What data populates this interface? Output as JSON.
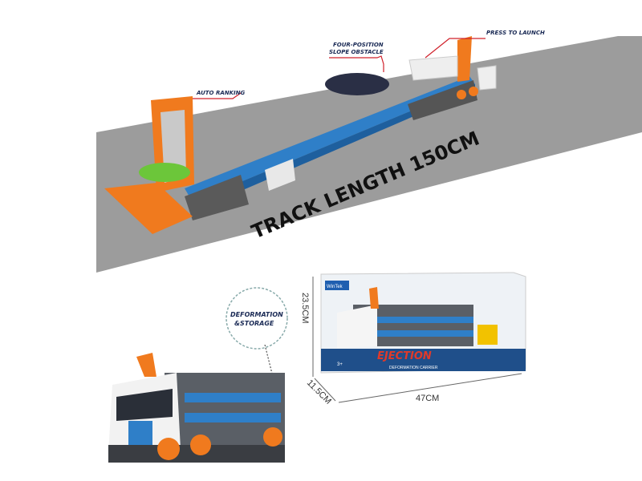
{
  "headline": "TRACK LENGTH 150CM",
  "callouts": {
    "auto_ranking": "AUTO RANKING",
    "slope_line1": "FOUR-POSITION",
    "slope_line2": "SLOPE OBSTACLE",
    "launch": "PRESS TO LAUNCH",
    "deformation_line1": "DEFORMATION",
    "deformation_line2": "&STORAGE"
  },
  "dimensions": {
    "height": "23.5CM",
    "depth": "11.5CM",
    "width": "47CM"
  },
  "package": {
    "brand": "WinTek",
    "logo": "EJECTION",
    "sublogo": "DEFORMATION CARRIER",
    "age": "3+"
  },
  "colors": {
    "track": "#2f7fc8",
    "accent": "#f07a1e",
    "callout_line": "#d0202a",
    "floor": "#9a9a9a",
    "text": "#1a2a55"
  }
}
